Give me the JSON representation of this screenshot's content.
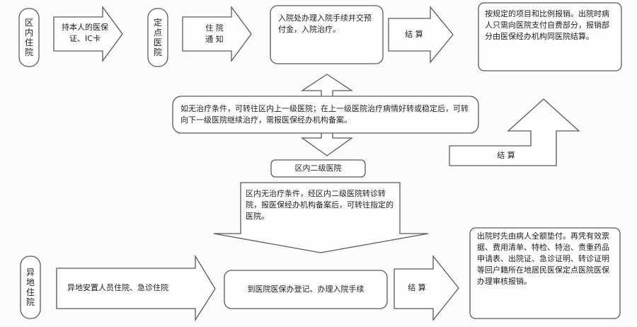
{
  "local": {
    "label": "区内住院",
    "step1": "持本人的医保证、IC卡",
    "hospital": "定点医院",
    "notice_line1": "住 院",
    "notice_line2": "通 知",
    "admission": "入院处办理入院手续并交预付金，入院治疗。",
    "settle": "结  算",
    "settlement_detail": "按规定的项目和比例报销。出院时病人只需向医院支付自费部分，报销部分由医保经办机构同医院结算。"
  },
  "transfer": {
    "text": "如无治疗条件，可转往区内上一级医院；在上一级医院治疗病情好转或稳定后，可转向下一级医院继续治疗，需报医保经办机构备案。",
    "settle": "结  算",
    "secondary_hospital": "区内二级医院",
    "down_text": "区内无治疗条件，经区内二级医院转诊转院，报医保经办机构备案后，可转往指定的医院。"
  },
  "remote": {
    "label": "异地住院",
    "step1": "异地安置人员住院、急诊住院",
    "step2": "到医院医保办登记、办理入院手续",
    "settle": "结  算",
    "detail": "出院时先由病人全额垫付。再凭有效票据、费用清单、特检、特治、贵重药品申请表、出院证、急诊证明、转诊证明等回户籍所在地居民医保定点医院医保办理审核报销。"
  }
}
